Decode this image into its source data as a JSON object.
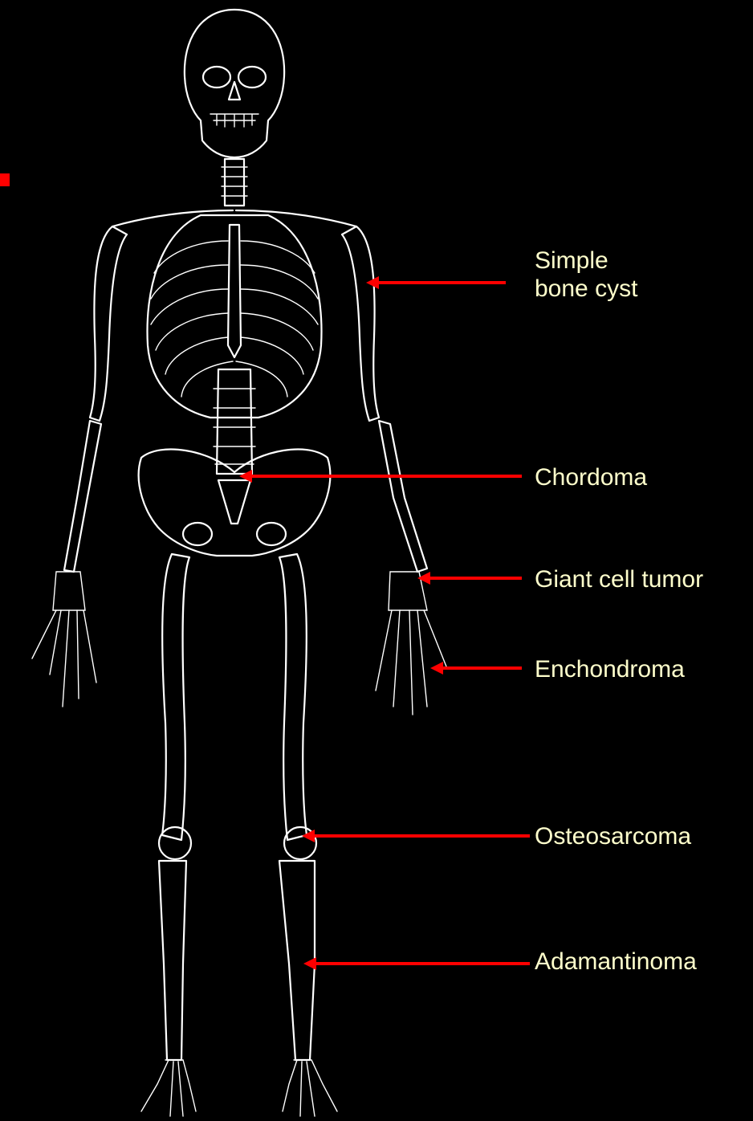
{
  "colors": {
    "background": "#000000",
    "bone_outline": "#ffffff",
    "arrow": "#ff0000",
    "label_text": "#ffffcc"
  },
  "annotations": [
    {
      "id": "simple-bone-cyst",
      "lines": [
        "Simple",
        "bone cyst"
      ]
    },
    {
      "id": "chordoma",
      "lines": [
        "Chordoma"
      ]
    },
    {
      "id": "giant-cell-tumor",
      "lines": [
        "Giant cell tumor"
      ]
    },
    {
      "id": "enchondroma",
      "lines": [
        "Enchondroma"
      ]
    },
    {
      "id": "osteosarcoma",
      "lines": [
        "Osteosarcoma"
      ]
    },
    {
      "id": "adamantinoma",
      "lines": [
        "Adamantinoma"
      ]
    }
  ]
}
